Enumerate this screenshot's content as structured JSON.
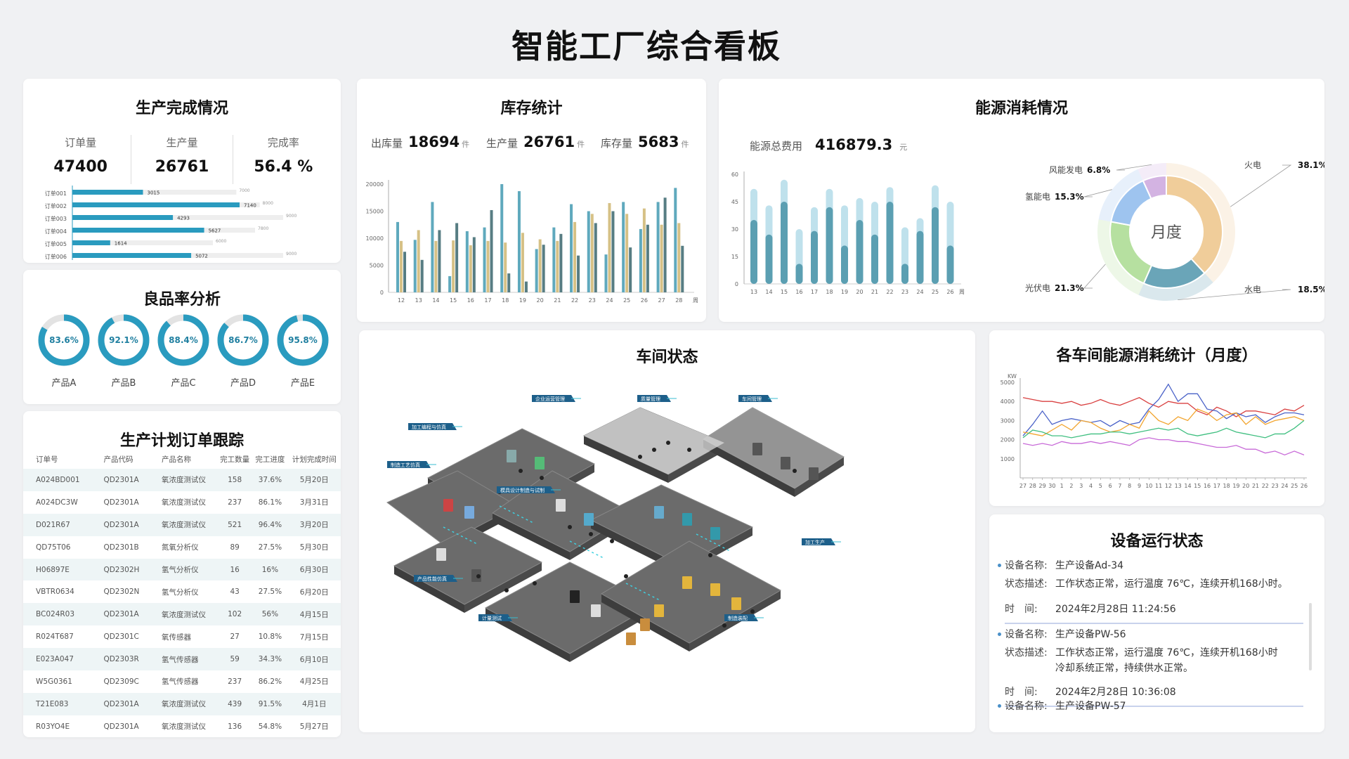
{
  "title": "智能工厂综合看板",
  "production": {
    "title": "生产完成情况",
    "kpis": [
      {
        "label": "订单量",
        "value": "47400"
      },
      {
        "label": "生产量",
        "value": "26761"
      },
      {
        "label": "完成率",
        "value": "56.4 %"
      }
    ],
    "bars": [
      {
        "name": "订单001",
        "done": 3015,
        "target": 7000
      },
      {
        "name": "订单002",
        "done": 7140,
        "target": 8000
      },
      {
        "name": "订单003",
        "done": 4293,
        "target": 9000
      },
      {
        "name": "订单004",
        "done": 5627,
        "target": 7800
      },
      {
        "name": "订单005",
        "done": 1614,
        "target": 6000
      },
      {
        "name": "订单006",
        "done": 5072,
        "target": 9000
      }
    ],
    "bar_color": "#2a9bbf"
  },
  "yield": {
    "title": "良品率分析",
    "items": [
      {
        "label": "产品A",
        "value": 83.6,
        "text": "83.6%"
      },
      {
        "label": "产品B",
        "value": 92.1,
        "text": "92.1%"
      },
      {
        "label": "产品C",
        "value": 88.4,
        "text": "88.4%"
      },
      {
        "label": "产品D",
        "value": 86.7,
        "text": "86.7%"
      },
      {
        "label": "产品E",
        "value": 95.8,
        "text": "95.8%"
      }
    ]
  },
  "orders": {
    "title": "生产计划订单跟踪",
    "headers": [
      "订单号",
      "产品代码",
      "产品名称",
      "完工数量",
      "完工进度",
      "计划完成时间"
    ],
    "rows": [
      [
        "A024BD001",
        "QD2301A",
        "氧浓度测试仪",
        "158",
        "37.6%",
        "5月20日"
      ],
      [
        "A024DC3W",
        "QD2301A",
        "氧浓度测试仪",
        "237",
        "86.1%",
        "3月31日"
      ],
      [
        "D021R67",
        "QD2301A",
        "氧浓度测试仪",
        "521",
        "96.4%",
        "3月20日"
      ],
      [
        "QD75T06",
        "QD2301B",
        "氮氧分析仪",
        "89",
        "27.5%",
        "5月30日"
      ],
      [
        "H06897E",
        "QD2302H",
        "氢气分析仪",
        "16",
        "16%",
        "6月30日"
      ],
      [
        "VBTR0634",
        "QD2302N",
        "氢气分析仪",
        "43",
        "27.5%",
        "6月20日"
      ],
      [
        "BC024R03",
        "QD2301A",
        "氧浓度测试仪",
        "102",
        "56%",
        "4月15日"
      ],
      [
        "R024T687",
        "QD2301C",
        "氧传感器",
        "27",
        "10.8%",
        "7月15日"
      ],
      [
        "E023A047",
        "QD2303R",
        "氢气传感器",
        "59",
        "34.3%",
        "6月10日"
      ],
      [
        "W5G0361",
        "QD2309C",
        "氢气传感器",
        "237",
        "86.2%",
        "4月25日"
      ],
      [
        "T21E083",
        "QD2301A",
        "氧浓度测试仪",
        "439",
        "91.5%",
        "4月1日"
      ],
      [
        "R03YO4E",
        "QD2301A",
        "氧浓度测试仪",
        "136",
        "54.8%",
        "5月27日"
      ]
    ]
  },
  "inventory": {
    "title": "库存统计",
    "out_label": "出库量",
    "out_value": "18694",
    "out_unit": "件",
    "prod_label": "生产量",
    "prod_value": "26761",
    "prod_unit": "件",
    "stock_label": "库存量",
    "stock_value": "5683",
    "stock_unit": "件",
    "x_unit": "周"
  },
  "energy": {
    "title": "能源消耗情况",
    "cost_label": "能源总费用",
    "cost_value": "416879.3",
    "cost_unit": "元",
    "center_label": "月度",
    "x_unit": "周",
    "slices": [
      {
        "name": "火电",
        "value": 38.1,
        "text": "38.1%",
        "color": "#f0cd9a"
      },
      {
        "name": "水电",
        "value": 18.5,
        "text": "18.5%",
        "color": "#6aa5b8"
      },
      {
        "name": "光伏电",
        "value": 21.3,
        "text": "21.3%",
        "color": "#b6e0a0"
      },
      {
        "name": "氢能电",
        "value": 15.3,
        "text": "15.3%",
        "color": "#9ec4ef"
      },
      {
        "name": "风能发电",
        "value": 6.8,
        "text": "6.8%",
        "color": "#d3b3e2"
      }
    ]
  },
  "workshop": {
    "title": "车间状态",
    "labels": [
      "企业运营管理",
      "质量管理",
      "车间管理",
      "加工编程与仿真",
      "制造工艺仿真",
      "模具设计制造与试制",
      "加工生产",
      "产品性能仿真",
      "计量测试",
      "制造装配"
    ]
  },
  "workshop_energy": {
    "title": "各车间能源消耗统计（月度）",
    "unit": "KW"
  },
  "device": {
    "title": "设备运行状态",
    "items": [
      {
        "name_k": "设备名称:",
        "name_v": "生产设备Ad-34",
        "desc_k": "状态描述:",
        "desc_v": "工作状态正常，运行温度 76℃，连续开机168小时。",
        "desc_v2": "",
        "time_k": "时　间:",
        "time_v": "2024年2月28日  11:24:56"
      },
      {
        "name_k": "设备名称:",
        "name_v": "生产设备PW-56",
        "desc_k": "状态描述:",
        "desc_v": "工作状态正常，运行温度 76℃，连续开机168小时",
        "desc_v2": "冷却系统正常，持续供水正常。",
        "time_k": "时　间:",
        "time_v": "2024年2月28日  10:36:08"
      },
      {
        "name_k": "设备名称:",
        "name_v": "生产设备PW-57"
      }
    ]
  },
  "chart_data": [
    {
      "type": "bar",
      "categories": [
        "12",
        "13",
        "14",
        "15",
        "16",
        "17",
        "18",
        "19",
        "20",
        "21",
        "22",
        "23",
        "24",
        "25",
        "26",
        "27",
        "28"
      ],
      "series": [
        {
          "values": [
            13000,
            9700,
            16700,
            3000,
            11300,
            12000,
            20000,
            18700,
            8000,
            12000,
            16300,
            15000,
            7000,
            16700,
            11700,
            16700,
            19300
          ]
        },
        {
          "values": [
            9500,
            11500,
            9500,
            9600,
            8700,
            9500,
            9200,
            11000,
            9800,
            9500,
            13000,
            14500,
            16500,
            14500,
            15500,
            12500,
            12800
          ]
        },
        {
          "values": [
            7500,
            6000,
            11500,
            12800,
            10200,
            15200,
            3500,
            2000,
            8800,
            10800,
            6800,
            12800,
            15000,
            8300,
            12500,
            17500,
            8600
          ]
        }
      ],
      "ylim": [
        0,
        20000
      ],
      "colors": [
        "#5fa9bd",
        "#d6c186",
        "#577d83"
      ]
    },
    {
      "type": "bar",
      "categories": [
        "13",
        "14",
        "15",
        "16",
        "17",
        "18",
        "19",
        "20",
        "21",
        "22",
        "23",
        "24",
        "25",
        "26"
      ],
      "series": [
        {
          "values": [
            52,
            43,
            57,
            30,
            42,
            52,
            43,
            47,
            45,
            53,
            31,
            36,
            54,
            45
          ]
        },
        {
          "values": [
            35,
            27,
            45,
            11,
            29,
            42,
            21,
            35,
            27,
            45,
            11,
            29,
            42,
            21
          ]
        }
      ],
      "ylim": [
        0,
        60
      ],
      "colors": [
        "#bfe1ec",
        "#5b9fb2"
      ]
    },
    {
      "type": "line",
      "x": [
        "27",
        "28",
        "29",
        "30",
        "1",
        "2",
        "3",
        "4",
        "5",
        "6",
        "7",
        "8",
        "9",
        "10",
        "11",
        "12",
        "13",
        "14",
        "15",
        "16",
        "17",
        "18",
        "19",
        "20",
        "21",
        "22",
        "23",
        "24",
        "25",
        "26"
      ],
      "series": [
        {
          "values": [
            4200,
            4100,
            4000,
            4000,
            3900,
            4000,
            3800,
            3900,
            4100,
            3900,
            3800,
            4000,
            4200,
            3900,
            3700,
            4000,
            3900,
            3900,
            3500,
            3300,
            3700,
            3500,
            3200,
            3500,
            3500,
            3400,
            3300,
            3600,
            3500,
            3800
          ],
          "color": "#d94040"
        },
        {
          "values": [
            2200,
            2800,
            3500,
            2800,
            3000,
            3100,
            3000,
            2900,
            3000,
            2700,
            3000,
            2800,
            2900,
            3600,
            4100,
            4900,
            4000,
            4400,
            4400,
            3600,
            3500,
            3100,
            3400,
            3200,
            3300,
            2900,
            3200,
            3400,
            3400,
            3300
          ],
          "color": "#4a62c8"
        },
        {
          "values": [
            2400,
            2300,
            2200,
            2500,
            2800,
            2500,
            3000,
            2900,
            2600,
            2400,
            2500,
            2800,
            2600,
            3500,
            3000,
            2800,
            3200,
            3000,
            3600,
            3400,
            3000,
            3300,
            3400,
            2800,
            3200,
            2800,
            3000,
            3100,
            3200,
            3000
          ],
          "color": "#f2a52f"
        },
        {
          "values": [
            2100,
            2500,
            2400,
            2200,
            2200,
            2100,
            2200,
            2300,
            2300,
            2400,
            2400,
            2300,
            2400,
            2500,
            2600,
            2500,
            2600,
            2300,
            2200,
            2300,
            2400,
            2600,
            2400,
            2300,
            2200,
            2100,
            2300,
            2300,
            2600,
            3000
          ],
          "color": "#3fbf80"
        },
        {
          "values": [
            1800,
            1700,
            1800,
            1700,
            1900,
            1800,
            1800,
            1900,
            1800,
            1900,
            1800,
            1700,
            2000,
            2100,
            2000,
            2000,
            1900,
            1900,
            1800,
            1700,
            1600,
            1600,
            1700,
            1500,
            1500,
            1300,
            1400,
            1200,
            1400,
            1200
          ],
          "color": "#c86ad8"
        }
      ],
      "ylim": [
        0,
        5000
      ],
      "yticks": [
        1000,
        2000,
        3000,
        4000,
        5000
      ]
    }
  ]
}
